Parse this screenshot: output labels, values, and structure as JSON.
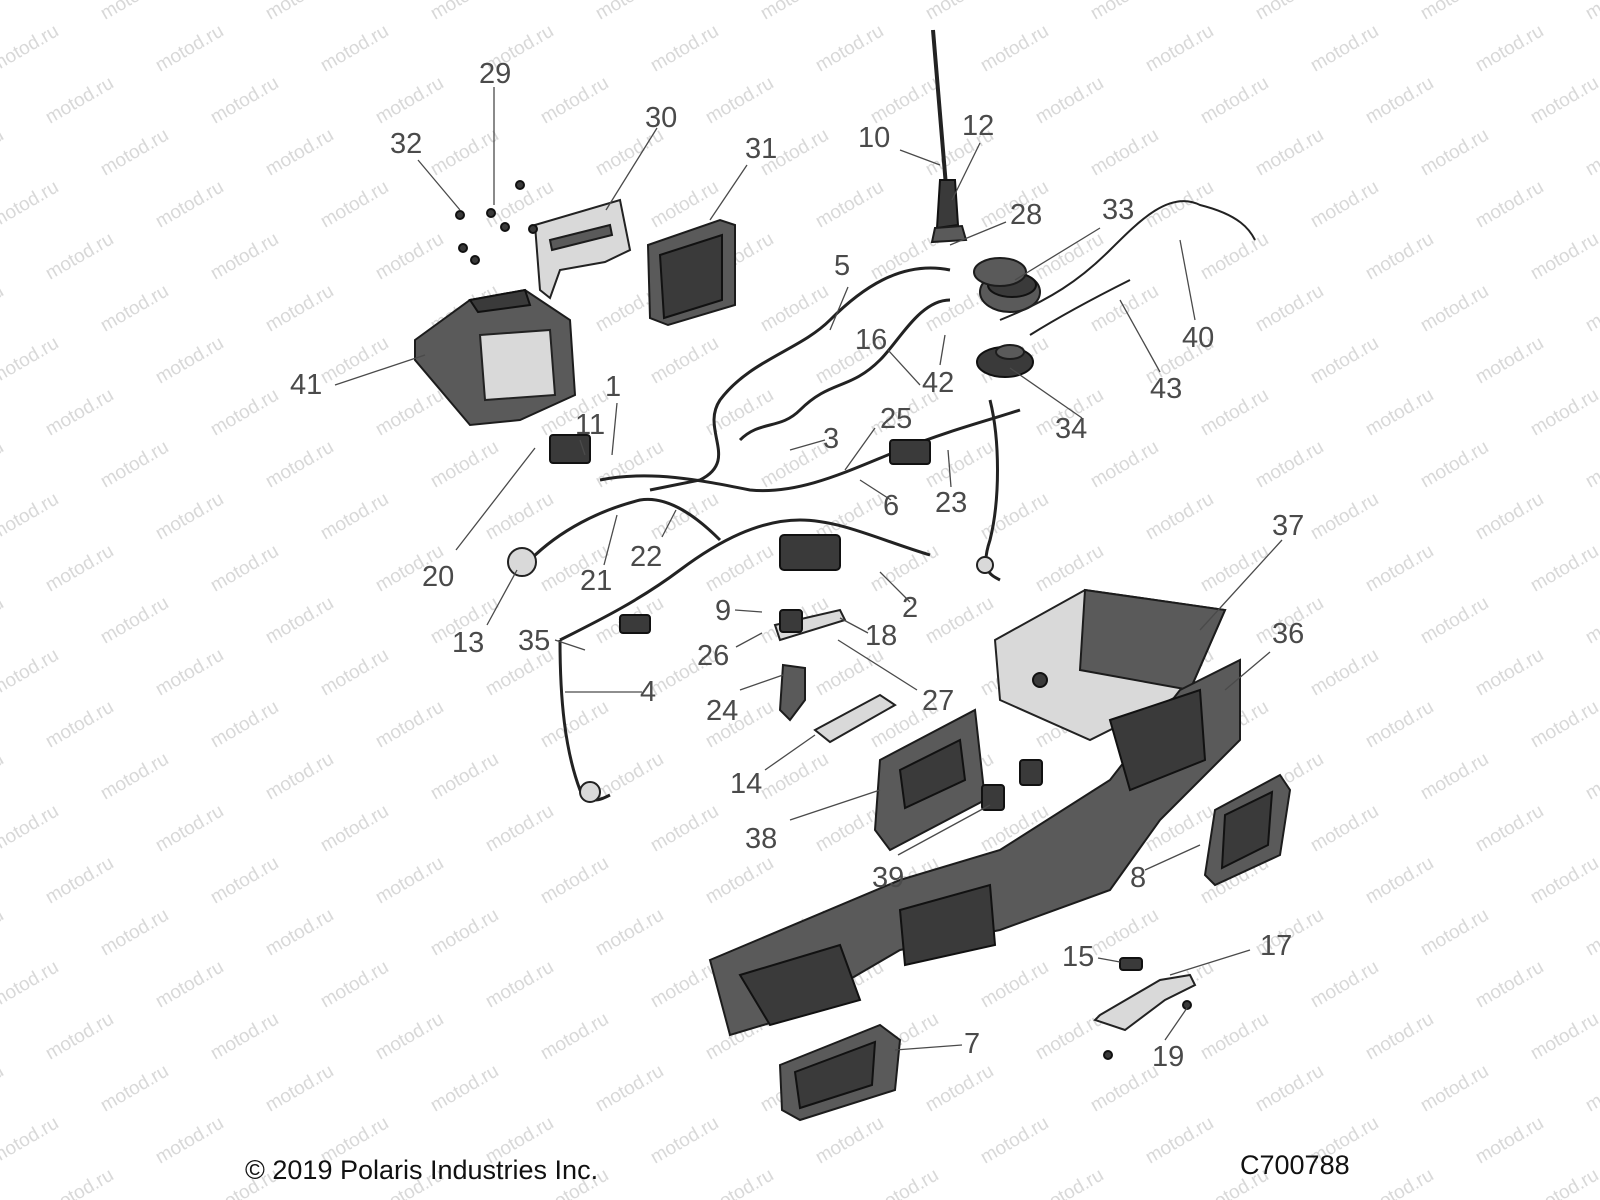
{
  "watermark": "motod.ru",
  "copyright": "© 2019 Polaris Industries Inc.",
  "figure_id": "C700788",
  "callouts": [
    "1",
    "2",
    "3",
    "4",
    "5",
    "6",
    "7",
    "8",
    "9",
    "10",
    "11",
    "12",
    "13",
    "14",
    "15",
    "16",
    "17",
    "18",
    "19",
    "20",
    "21",
    "22",
    "23",
    "24",
    "25",
    "26",
    "27",
    "28",
    "29",
    "30",
    "31",
    "32",
    "33",
    "34",
    "35",
    "36",
    "37",
    "38",
    "39",
    "40",
    "41",
    "42",
    "43"
  ]
}
